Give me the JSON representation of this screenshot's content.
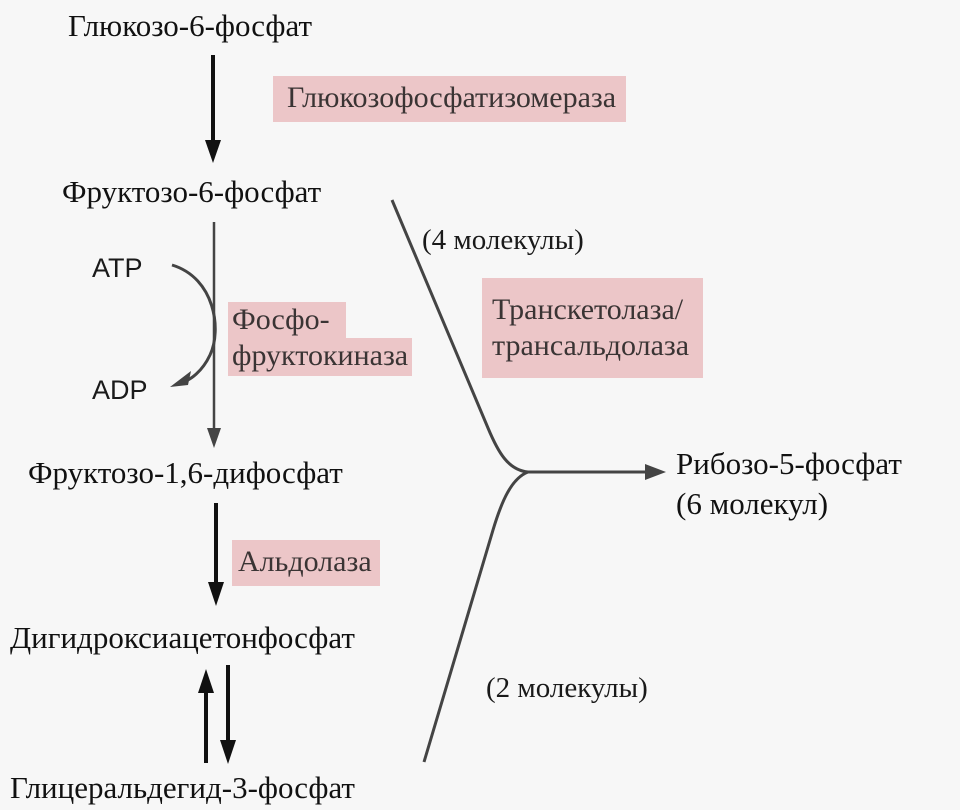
{
  "diagram": {
    "nodes": {
      "g6p": "Глюкозо-6-фосфат",
      "f6p": "Фруктозо-6-фосфат",
      "f16bp": "Фруктозо-1,6-дифосфат",
      "dhap": "Дигидроксиацетонфосфат",
      "g3p": "Глицеральдегид-3-фосфат",
      "r5p": "Рибозо-5-фосфат",
      "r5p_count": "(6 молекул)"
    },
    "cofactors": {
      "atp": "ATP",
      "adp": "ADP"
    },
    "enzymes": {
      "isomerase": "Глюкозофосфатизомераза",
      "pfk_line1": "Фосфо-",
      "pfk_line2": "фруктокиназа",
      "aldolase": "Альдолаза",
      "transketolase_line1": "Транскетолаза/",
      "transketolase_line2": "трансальдолаза"
    },
    "stoichiometry": {
      "f6p_branch": "(4 молекулы)",
      "g3p_branch": "(2 молекулы)"
    },
    "colors": {
      "background": "#f7f7f7",
      "enzyme_highlight": "#ecc6c8",
      "arrow_dark": "#111111",
      "arrow_gray": "#444444"
    },
    "edges": [
      {
        "from": "g6p",
        "to": "f6p",
        "enzyme": "isomerase"
      },
      {
        "from": "f6p",
        "to": "f16bp",
        "enzyme": "pfk",
        "cofactor": "ATP → ADP"
      },
      {
        "from": "f16bp",
        "to": "dhap",
        "enzyme": "aldolase"
      },
      {
        "from": "dhap",
        "to": "g3p",
        "type": "reversible"
      },
      {
        "from": "f6p",
        "to": "r5p",
        "enzyme": "transketolase/transaldolase",
        "count": "4 молекулы"
      },
      {
        "from": "g3p",
        "to": "r5p",
        "enzyme": "transketolase/transaldolase",
        "count": "2 молекулы"
      }
    ]
  }
}
